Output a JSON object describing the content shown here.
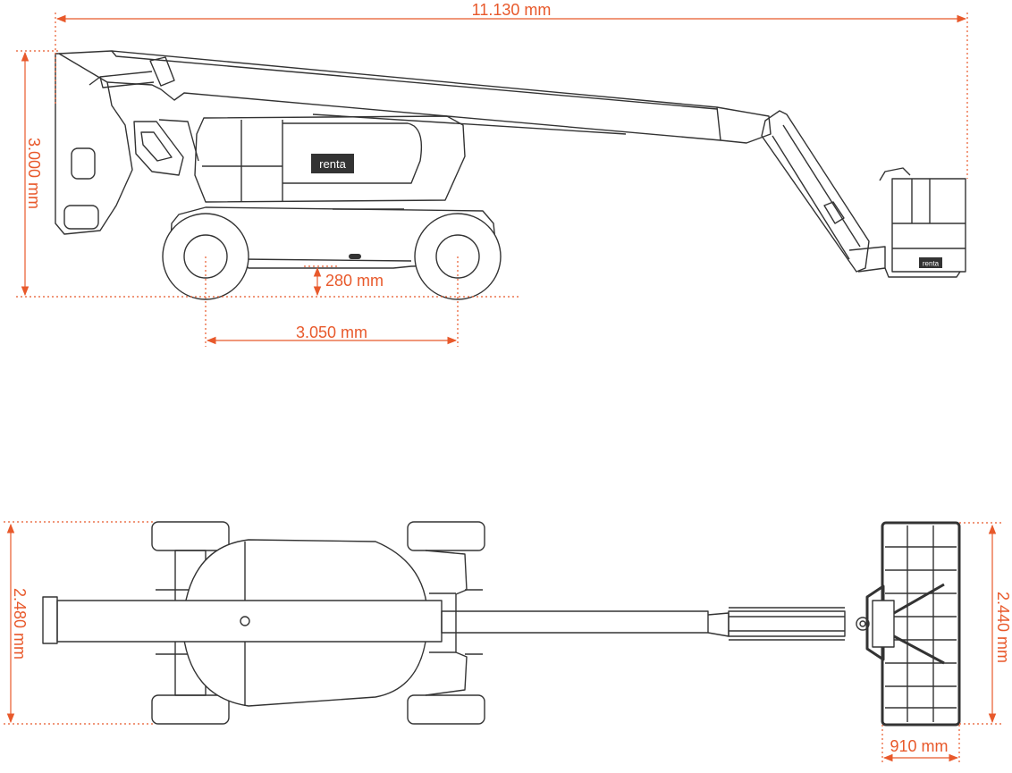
{
  "dimensions": {
    "overall_length": "11.130 mm",
    "overall_height": "3.000 mm",
    "ground_clearance": "280 mm",
    "wheelbase": "3.050 mm",
    "overall_width": "2.480 mm",
    "platform_width": "2.440 mm",
    "platform_depth": "910 mm"
  },
  "branding": {
    "logo_text": "renta"
  },
  "colors": {
    "accent": "#e8592b",
    "line": "#333333",
    "background": "#ffffff"
  }
}
